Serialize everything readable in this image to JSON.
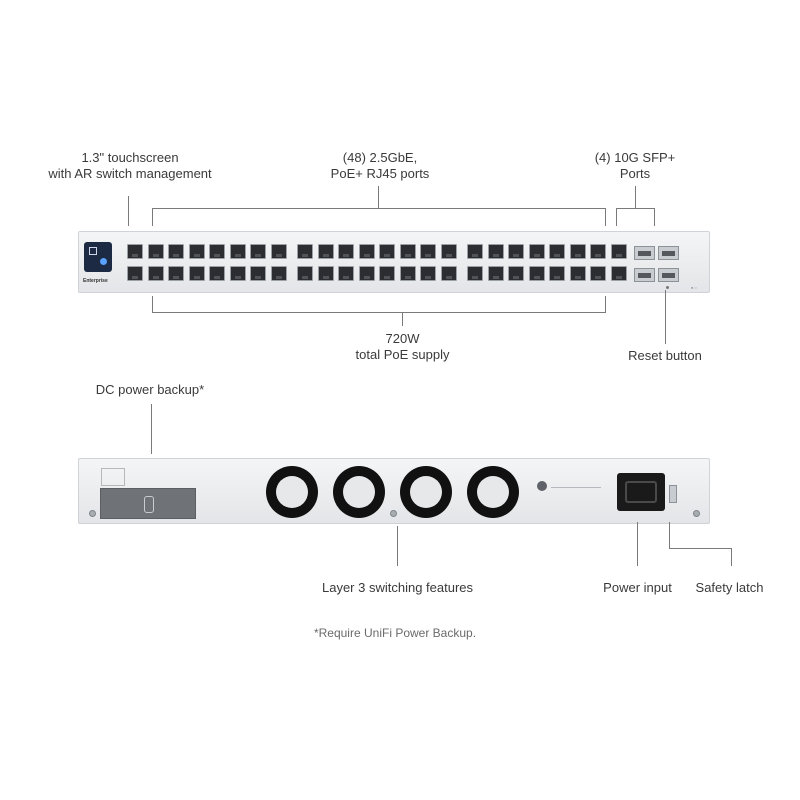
{
  "front_labels": {
    "touchscreen_line1": "1.3\" touchscreen",
    "touchscreen_line2": "with AR switch management",
    "ports_line1": "(48) 2.5GbE,",
    "ports_line2": "PoE+ RJ45 ports",
    "sfp_line1": "(4) 10G SFP+",
    "sfp_line2": "Ports",
    "poe_line1": "720W",
    "poe_line2": "total PoE supply",
    "reset": "Reset button"
  },
  "back_labels": {
    "dc_backup": "DC power backup*",
    "layer3": "Layer 3 switching features",
    "power_input": "Power input",
    "safety_latch": "Safety latch"
  },
  "footnote": "*Require UniFi Power Backup.",
  "device": {
    "brand": "Enterprise",
    "rj45_port_count": 48,
    "sfp_port_count": 4,
    "fan_count": 4
  }
}
